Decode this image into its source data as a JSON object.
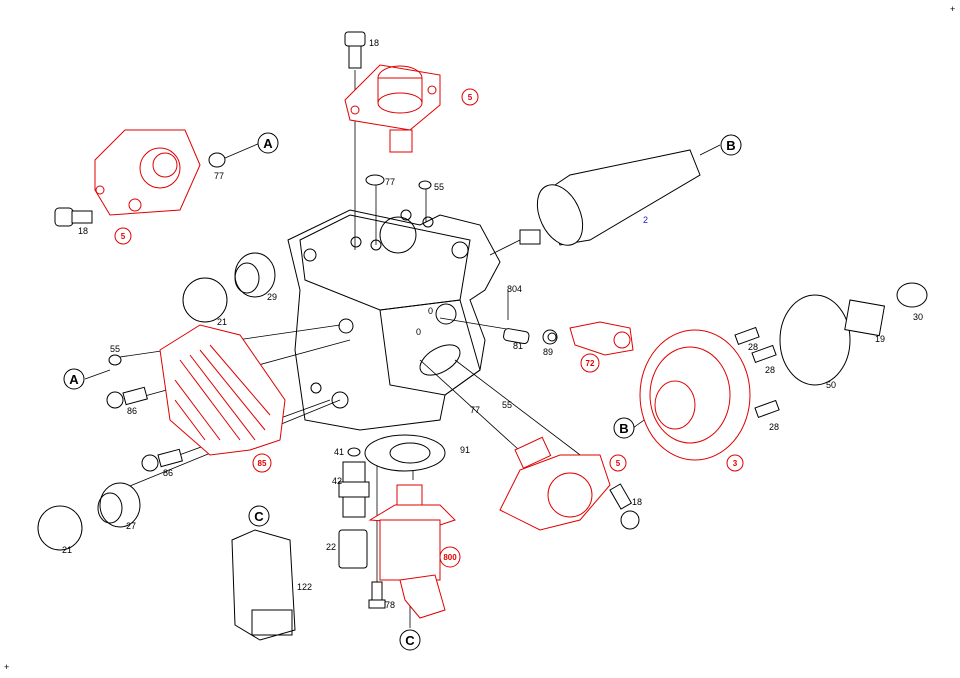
{
  "diagram": {
    "colors": {
      "highlight": "#e00000",
      "line": "#000000",
      "blue_label": "#1a1acc"
    },
    "part_labels": [
      "18",
      "77",
      "55",
      "77",
      "18",
      "29",
      "21",
      "804",
      "0",
      "0",
      "81",
      "89",
      "55",
      "86",
      "86",
      "27",
      "21",
      "77",
      "55",
      "41",
      "91",
      "42",
      "22",
      "78",
      "122",
      "18",
      "28",
      "28",
      "50",
      "19",
      "30",
      "28"
    ],
    "highlight_labels": [
      "5",
      "5",
      "72",
      "85",
      "800",
      "5",
      "3"
    ],
    "blue_labels": [
      "2"
    ],
    "connector_labels": [
      "A",
      "A",
      "B",
      "B",
      "C",
      "C"
    ],
    "corner_marks": [
      "+",
      "+"
    ]
  }
}
